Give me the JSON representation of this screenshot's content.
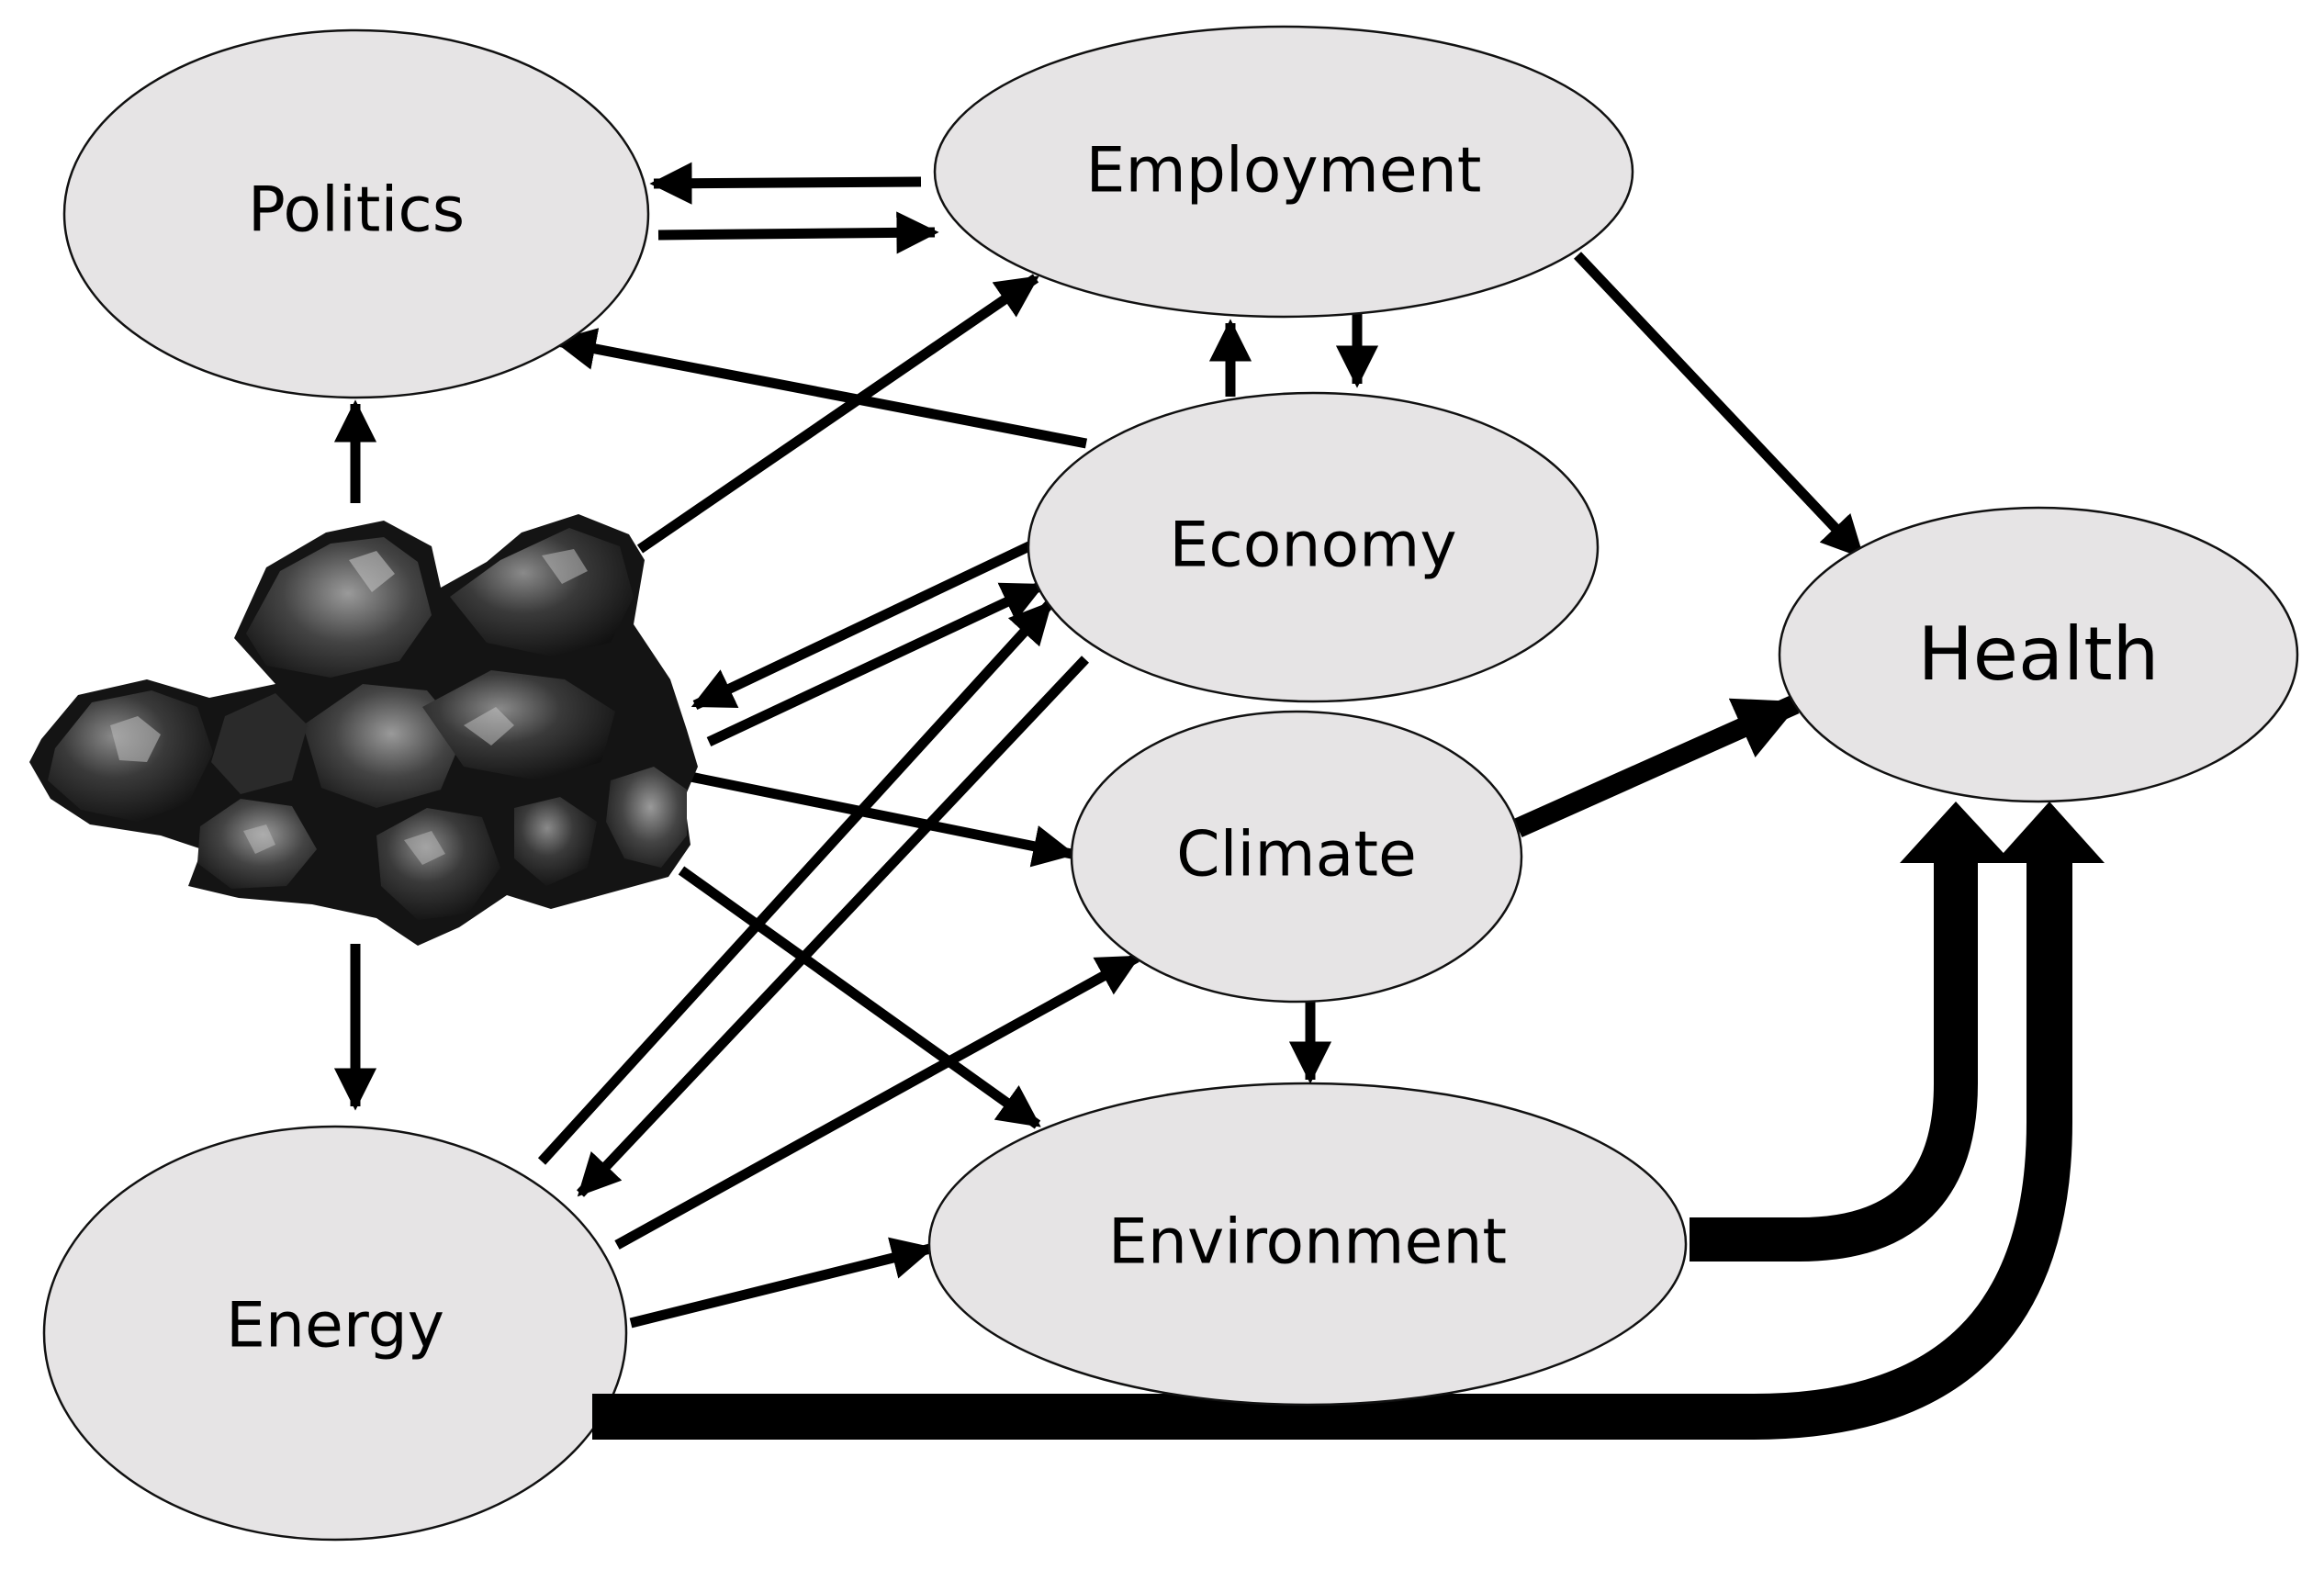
{
  "nodes": {
    "politics": "Politics",
    "employment": "Employment",
    "economy": "Economy",
    "climate": "Climate",
    "health": "Health",
    "environment": "Environment",
    "energy": "Energy"
  },
  "central_image": "coal-lumps",
  "colors": {
    "node_fill": "#e6e4e5",
    "node_stroke": "#111111",
    "arrow": "#000000",
    "background": "#ffffff"
  }
}
